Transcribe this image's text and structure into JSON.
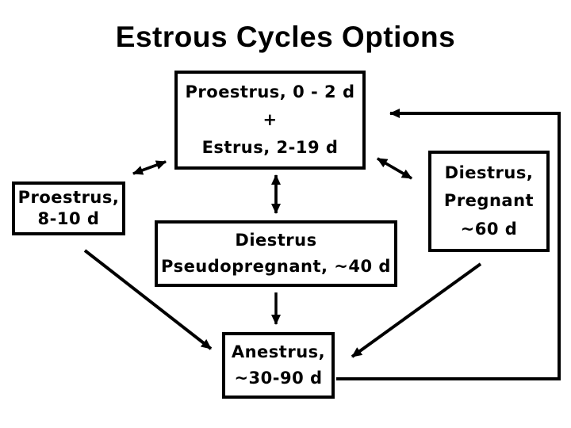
{
  "slide": {
    "title": "Estrous Cycles Options",
    "background": "#ffffff",
    "text_color": "#000000",
    "box_border_color": "#000000",
    "arrow_color": "#000000"
  },
  "boxes": {
    "cycle": {
      "lines": [
        "Proestrus, 0 - 2 d",
        "+",
        "Estrus, 2-19 d"
      ]
    },
    "proestrus": {
      "lines": [
        "Proestrus,",
        "8-10 d"
      ]
    },
    "pregnant": {
      "lines": [
        "Diestrus,",
        "Pregnant",
        "~60 d"
      ]
    },
    "pseudopregnant": {
      "lines": [
        "Diestrus",
        "Pseudopregnant, ~40 d"
      ]
    },
    "anestrus": {
      "lines": [
        "Anestrus,",
        "~30-90 d"
      ]
    }
  }
}
